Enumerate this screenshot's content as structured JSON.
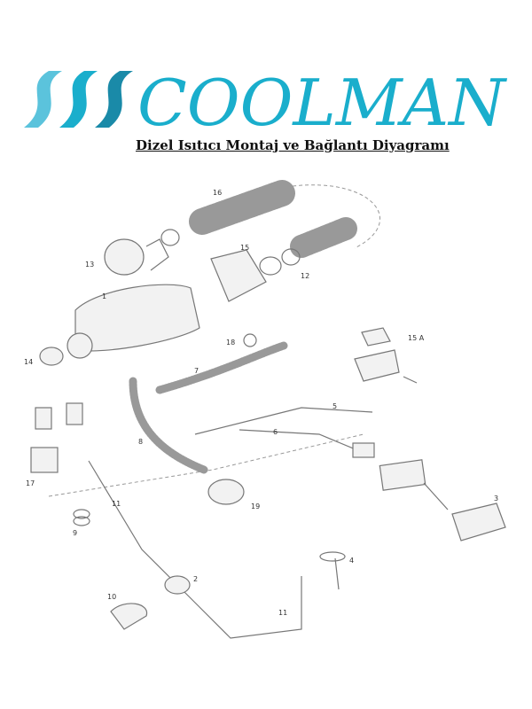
{
  "logo": {
    "brand": "COOLMAN",
    "colors": {
      "light": "#5bc3dc",
      "mid": "#1aaecc",
      "dark": "#1a8aa8"
    }
  },
  "title": "Dizel Isıtıcı Montaj ve Bağlantı Diyagramı",
  "diagram": {
    "labels": [
      "16",
      "15",
      "13",
      "12",
      "1",
      "14",
      "18",
      "7",
      "5",
      "6",
      "8",
      "17",
      "3",
      "11",
      "19",
      "9",
      "4",
      "2",
      "10",
      "11"
    ],
    "fuse_label": "15 A"
  }
}
